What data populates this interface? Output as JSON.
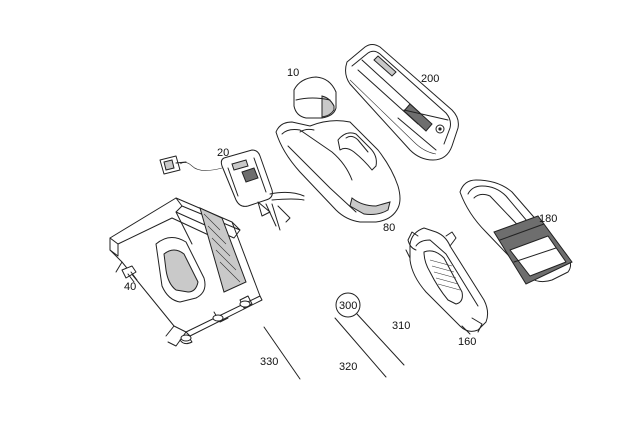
{
  "labels": {
    "p10": "10",
    "p20": "20",
    "p40": "40",
    "p80": "80",
    "p160": "160",
    "p180": "180",
    "p200": "200",
    "p300": "300",
    "p310": "310",
    "p320": "320",
    "p330": "330"
  }
}
